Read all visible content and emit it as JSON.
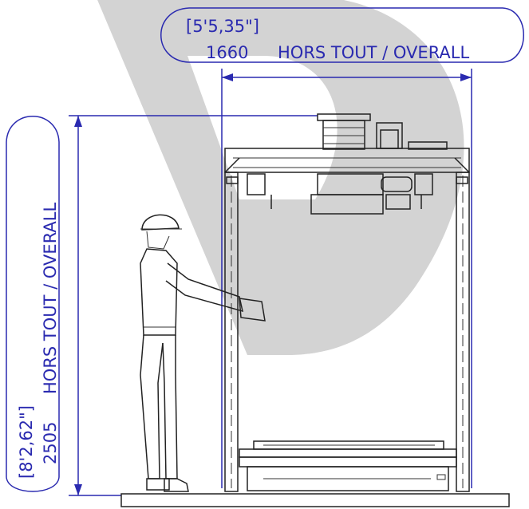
{
  "watermark": {
    "shape": "letter-D-icon",
    "color": "#d3d3d3"
  },
  "colors": {
    "dimension": "#2a2ab0",
    "drawing": "#222222"
  },
  "width_dimension": {
    "imperial": "[5'5,35\"]",
    "metric": "1660",
    "label": "HORS TOUT / OVERALL"
  },
  "height_dimension": {
    "imperial": "[8'2,62\"]",
    "metric": "2505",
    "label": "HORS TOUT / OVERALL"
  }
}
